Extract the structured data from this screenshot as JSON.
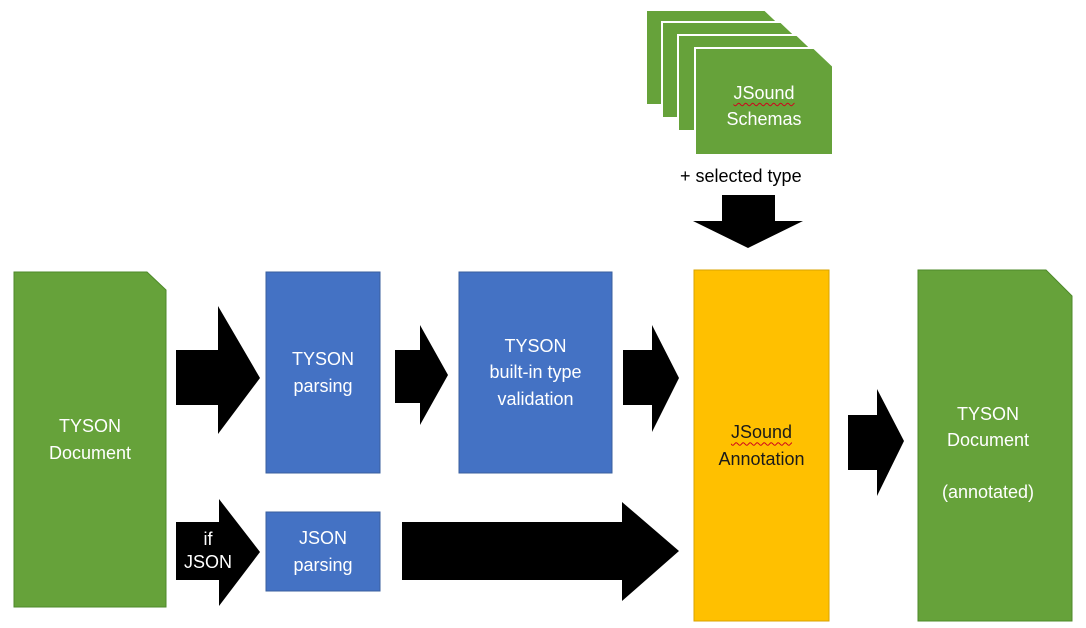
{
  "nodes": {
    "tyson_document": "TYSON\nDocument",
    "tyson_parsing": "TYSON\nparsing",
    "builtin_validation": "TYSON\nbuilt-in type\nvalidation",
    "jsound_annotation_word": "JSound",
    "jsound_annotation_label": "Annotation",
    "jsound_schemas_word": "JSound",
    "jsound_schemas_label": "Schemas",
    "json_parsing": "JSON\nparsing",
    "output_document": "TYSON\nDocument\n\n(annotated)"
  },
  "labels": {
    "if_json": "if\nJSON",
    "selected_type": "+ selected type"
  },
  "colors": {
    "green": "#66a23a",
    "green_border": "#4e8a2a",
    "blue": "#4472c4",
    "blue_border": "#3a5f9e",
    "orange": "#ffc000",
    "orange_border": "#d9a300",
    "arrow": "#000000"
  }
}
